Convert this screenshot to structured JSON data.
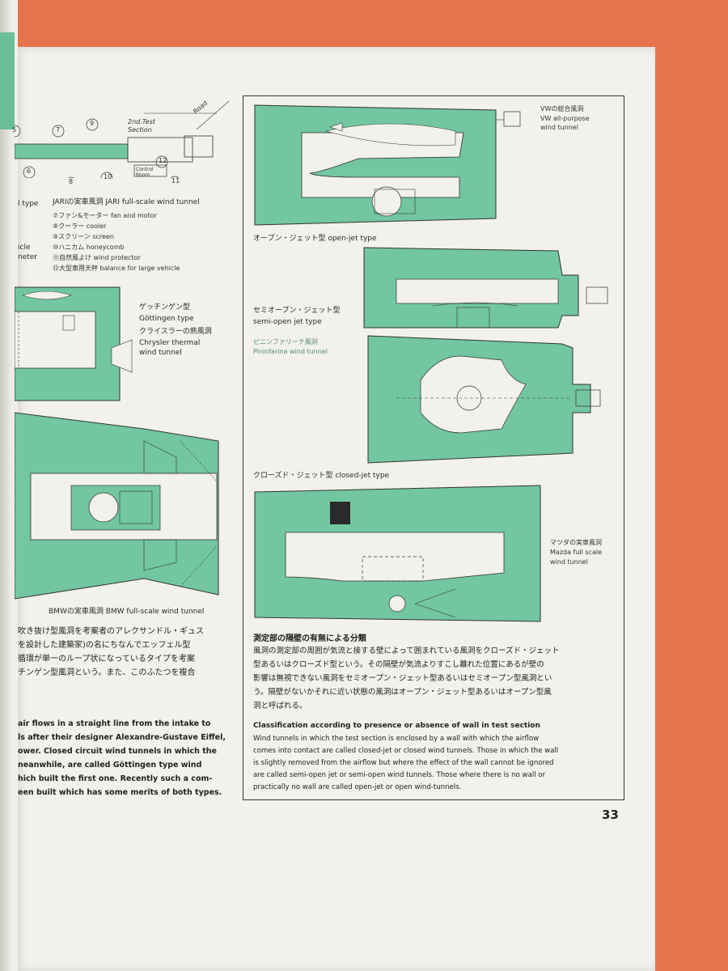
{
  "page_number": "33",
  "left_column": {
    "jari_labels": {
      "road": "Road",
      "second_test_section": "2nd.Test Section",
      "control_room": "Control Room",
      "numbers": [
        "5",
        "7",
        "9",
        "6",
        "8",
        "10",
        "12",
        "11"
      ]
    },
    "jari_title": "JARIの実車風洞 JARI full-scale wind tunnel",
    "jari_type_stub": "l type",
    "jari_legend": [
      "⑦ファン&モーター  fan and motor",
      "⑧クーラー  cooler",
      "⑨スクリーン  screen",
      "⑩ハニカム  honeycomb",
      "⑪自然風よけ  wind protector",
      "⑫大型車用天秤  balance for large vehicle"
    ],
    "vehicle_stub": "icle",
    "meter_stub": "neter",
    "gottingen_jp": "ゲッチンゲン型",
    "gottingen_en": "Göttingen type",
    "chrysler_jp": "クライスラーの熱風洞",
    "chrysler_en_1": "Chrysler thermal",
    "chrysler_en_2": "wind tunnel",
    "bmw_title": "BMWの実車風洞  BMW full-scale wind tunnel",
    "jp_paragraph": [
      "吹き抜け型風洞を考案者のアレクサンドル・ギュス",
      "を設計した建築家)の名にちなんでエッフェル型",
      "循環が単一のループ状になっているタイプを考案",
      "チンゲン型風洞という。また、このふたつを複合"
    ],
    "en_paragraph": [
      "air flows in a straight line from the intake to",
      "ls after their designer Alexandre-Gustave Eiffel,",
      "ower. Closed circuit wind tunnels in which the",
      "neanwhile, are called Göttingen type wind",
      "hich built the first one. Recently such a com-",
      "een built which has some merits of both types."
    ]
  },
  "right_column": {
    "vw_jp": "VWの総合風洞",
    "vw_en_1": "VW all-purpose",
    "vw_en_2": "wind tunnel",
    "open_jet": "オープン・ジェット型  open-jet type",
    "semi_open_jp": "セミオープン・ジェット型",
    "semi_open_en": "semi-open jet type",
    "pininfarina_jp": "ピニンファリーナ風洞",
    "pininfarina_en": "Pininfarina wind tunnel",
    "closed_jet": "クローズド・ジェット型  closed-jet type",
    "mazda_jp": "マツダの実車風洞",
    "mazda_en_1": "Mazda full scale",
    "mazda_en_2": "wind tunnel",
    "section_title_jp": "測定部の隔壁の有無による分類",
    "section_jp_paragraph": [
      "風洞の測定部の周囲が気流と接する壁によって囲まれている風洞をクローズド・ジェット",
      "型あるいはクローズド型という。その隔壁が気流よりすこし離れた位置にあるが壁の",
      "影響は無視できない風洞をセミオープン・ジェット型あるいはセミオープン型風洞とい",
      "う。隔壁がないかそれに近い状態の風洞はオープン・ジェット型あるいはオープン型風",
      "洞と呼ばれる。"
    ],
    "section_title_en": "Classification according to presence or absence of wall in test section",
    "section_en_paragraph": [
      "Wind tunnels in which the test section is enclosed by a wall with which the airflow",
      "comes into contact are called closed-jet or closed wind tunnels. Those in which the wall",
      "is slightly removed from the airflow but where the effect of the wall cannot be ignored",
      "are called semi-open jet or semi-open wind tunnels. Those where there is no wall or",
      "practically no wall are called open-jet or open wind-tunnels."
    ]
  },
  "colors": {
    "background": "#e7734a",
    "paper": "#f2f1ec",
    "tunnel_green": "#72c6a0"
  }
}
